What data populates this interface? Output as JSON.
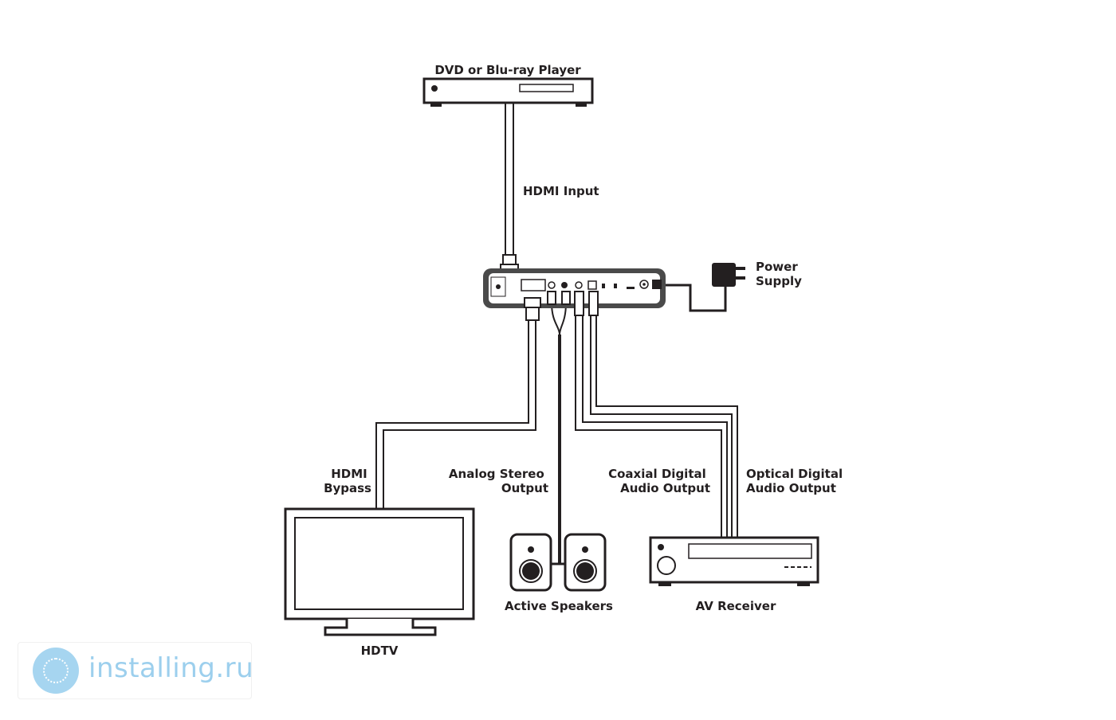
{
  "devices": {
    "player": "DVD or Blu-ray Player",
    "hdtv": "HDTV",
    "speakers": "Active Speakers",
    "receiver": "AV Receiver"
  },
  "connections": {
    "hdmi_input": "HDMI Input",
    "power_supply": [
      "Power",
      "Supply"
    ],
    "hdmi_bypass": [
      "HDMI",
      "Bypass"
    ],
    "analog_stereo": [
      "Analog Stereo",
      "Output"
    ],
    "coaxial": [
      "Coaxial Digital",
      "Audio Output"
    ],
    "optical": [
      "Optical Digital",
      "Audio Output"
    ]
  },
  "watermark": {
    "text": "installing.ru",
    "icon": "globe-logo-icon",
    "color": "#7cc0e8"
  },
  "colors": {
    "line": "#231f20",
    "device_fill": "#ffffff",
    "converter_fill": "#4a4a4a"
  }
}
